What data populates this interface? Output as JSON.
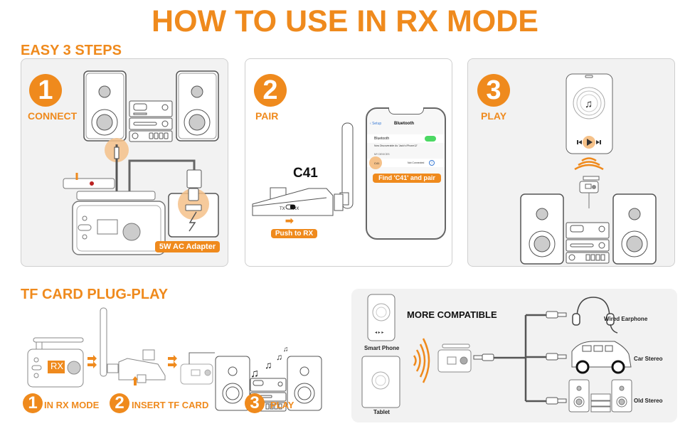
{
  "title": "HOW TO USE IN RX MODE",
  "easy_steps": {
    "heading": "EASY 3 STEPS",
    "steps": [
      {
        "number": "1",
        "label": "CONNECT",
        "tag": "5W AC Adapter"
      },
      {
        "number": "2",
        "label": "PAIR",
        "device_name": "C41",
        "switch_tx": "TX",
        "switch_rx": "RX",
        "tag": "Push to RX",
        "phone": {
          "back": "Setup",
          "screen_title": "Bluetooth",
          "bluetooth_label": "Bluetooth",
          "discoverable": "Now Discoverable As 'Jack's iPhone12'",
          "section": "MY DEVICES",
          "device": "C41",
          "status": "Not Connected",
          "callout": "Find 'C41' and pair"
        }
      },
      {
        "number": "3",
        "label": "PLAY"
      }
    ]
  },
  "tf_card": {
    "heading": "TF CARD PLUG-PLAY",
    "display_text": "RX",
    "steps": [
      {
        "number": "1",
        "label": "IN RX MODE"
      },
      {
        "number": "2",
        "label": "INSERT TF CARD"
      },
      {
        "number": "3",
        "label": "PLAY"
      }
    ]
  },
  "compatible": {
    "heading": "MORE COMPATIBLE",
    "sources": [
      "Smart Phone",
      "Tablet"
    ],
    "outputs": [
      "Wired Earphone",
      "Car Stereo",
      "Old Stereo"
    ]
  },
  "colors": {
    "accent": "#ef8a1d",
    "panel": "#f2f2f2",
    "toggle_on": "#4cd964"
  }
}
